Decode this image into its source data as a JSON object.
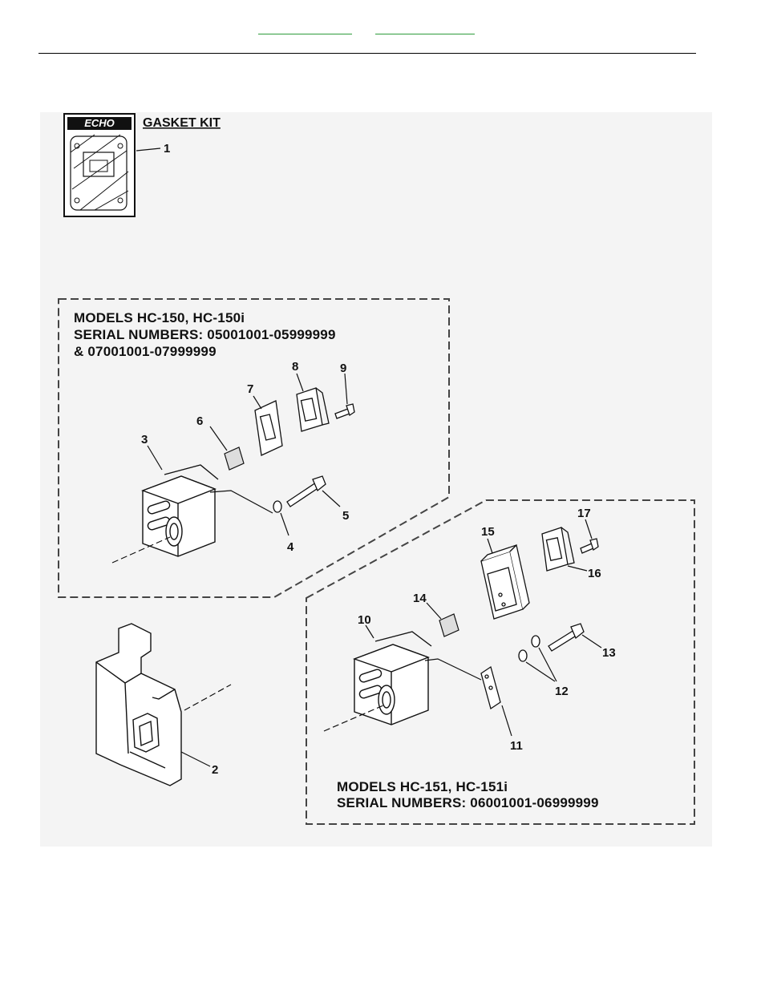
{
  "nav": {
    "links": [
      "",
      ""
    ]
  },
  "kit": {
    "title": "GASKET KIT",
    "logo_text": "ECHO",
    "part": "1"
  },
  "group_a": {
    "lines": [
      "MODELS  HC-150,  HC-150i",
      "SERIAL NUMBERS: 05001001-05999999",
      "& 07001001-07999999"
    ]
  },
  "group_b": {
    "lines": [
      "MODELS  HC-151,  HC-151i",
      "SERIAL NUMBERS: 06001001-06999999"
    ]
  },
  "callouts": [
    "1",
    "2",
    "3",
    "4",
    "5",
    "6",
    "7",
    "8",
    "9",
    "10",
    "11",
    "12",
    "13",
    "14",
    "15",
    "16",
    "17"
  ],
  "colors": {
    "link": "#2e9b3b",
    "line": "#111111",
    "panel": "#f4f4f4"
  }
}
